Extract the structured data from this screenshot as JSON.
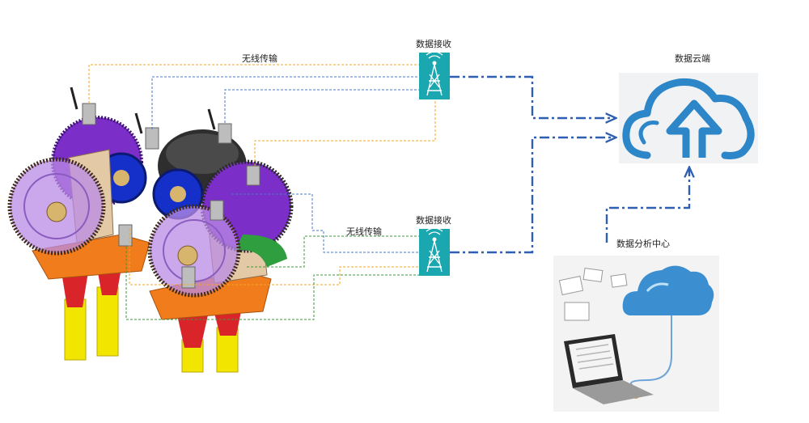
{
  "labels": {
    "wireless_top": "无线传输",
    "wireless_bottom": "无线传输",
    "receiver_top": "数据接收",
    "receiver_bottom": "数据接收",
    "cloud": "数据云端",
    "analysis_center": "数据分析中心"
  },
  "colors": {
    "link_orange": "#f5a623",
    "link_blue": "#4a78c8",
    "link_green": "#3c9a3c",
    "trunk_blue": "#2f5fb3",
    "receiver_teal": "#1aa7b0",
    "cloud_blue": "#2c86c8"
  },
  "icons": {
    "receiver": "antenna-tower-icon",
    "cloud": "cloud-upload-icon",
    "analysis": "laptop-cloud-icon"
  }
}
